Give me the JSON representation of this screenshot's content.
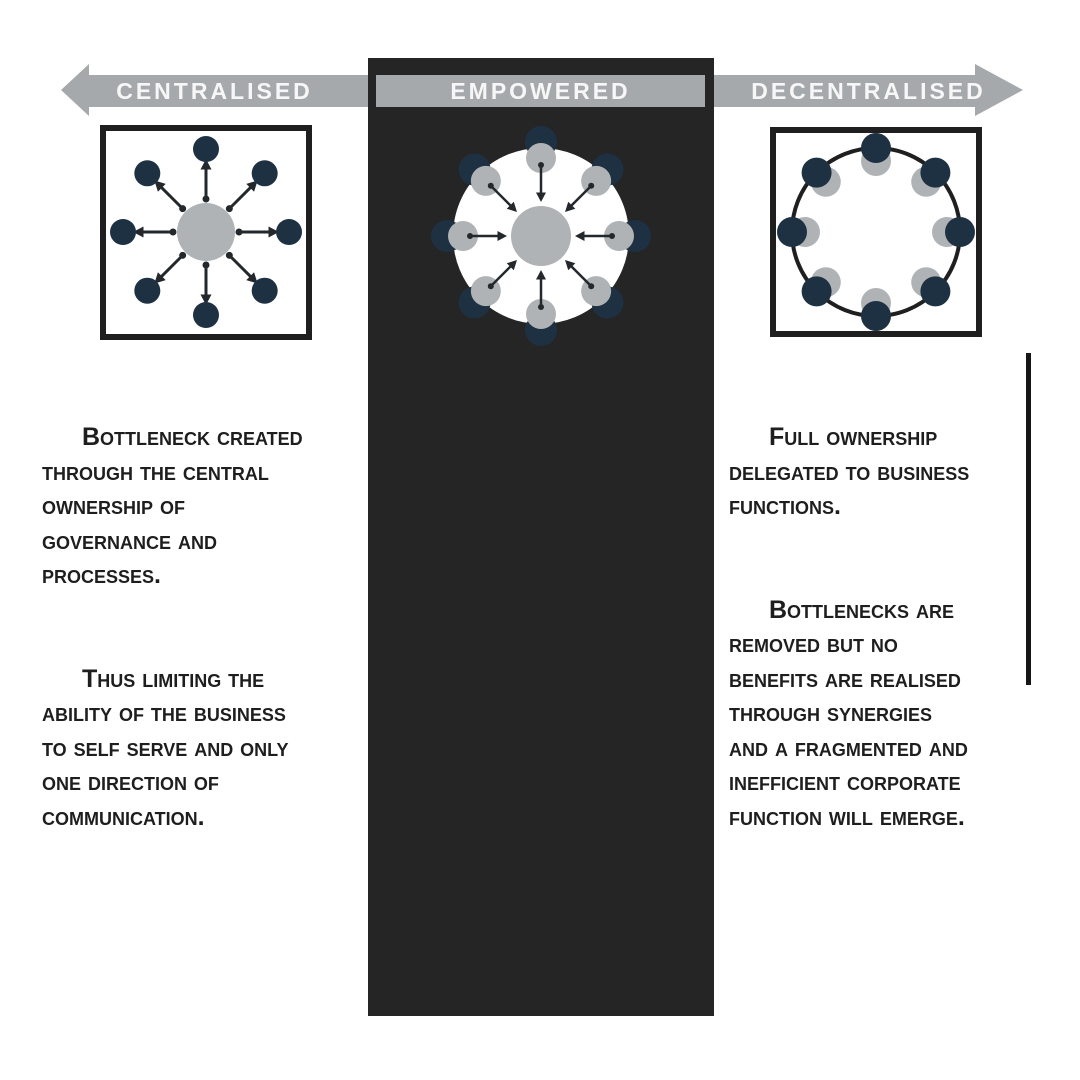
{
  "banner": {
    "left": {
      "label": "CENTRALISED",
      "arrow_direction": "left"
    },
    "middle": {
      "label": "EMPOWERED"
    },
    "right": {
      "label": "DECENTRALISED",
      "arrow_direction": "right"
    }
  },
  "panels": {
    "centralised": {
      "paragraphs": [
        "Bottleneck created\nthrough the central\nownership of\ngovernance and\nprocesses.",
        "Thus limiting the\nability of the business\nto self serve and only\none direction of\ncommunication."
      ]
    },
    "decentralised": {
      "paragraphs": [
        "Full ownership\ndelegated to business\nfunctions.",
        "Bottlenecks are\nremoved but no\nbenefits are realised\nthrough synergies\nand a fragmented and\ninefficient corporate\nfunction will emerge."
      ]
    }
  },
  "diagrams": {
    "centralised": {
      "structure": "hub-and-spoke in square box",
      "outer_nodes": 8,
      "flow": "arrows point outward from central hub"
    },
    "empowered": {
      "structure": "hub-and-spoke on white disc",
      "outer_nodes": 8,
      "flow": "arrows point inward to central hub"
    },
    "decentralised": {
      "structure": "ring of nodes without hub in square box",
      "outer_nodes": 8,
      "flow": "no connections"
    }
  },
  "colors": {
    "background": "#ffffff",
    "column-dark": "#252525",
    "banner-gray": "#a6a9ab",
    "banner-text": "#f7f7f7",
    "node-navy": "#1e3142",
    "node-gray": "#b0b3b5",
    "line-dark": "#23282c",
    "box-border": "#1f1f1f",
    "text-dark": "#1e1e1e",
    "rule-dark": "#161616"
  }
}
